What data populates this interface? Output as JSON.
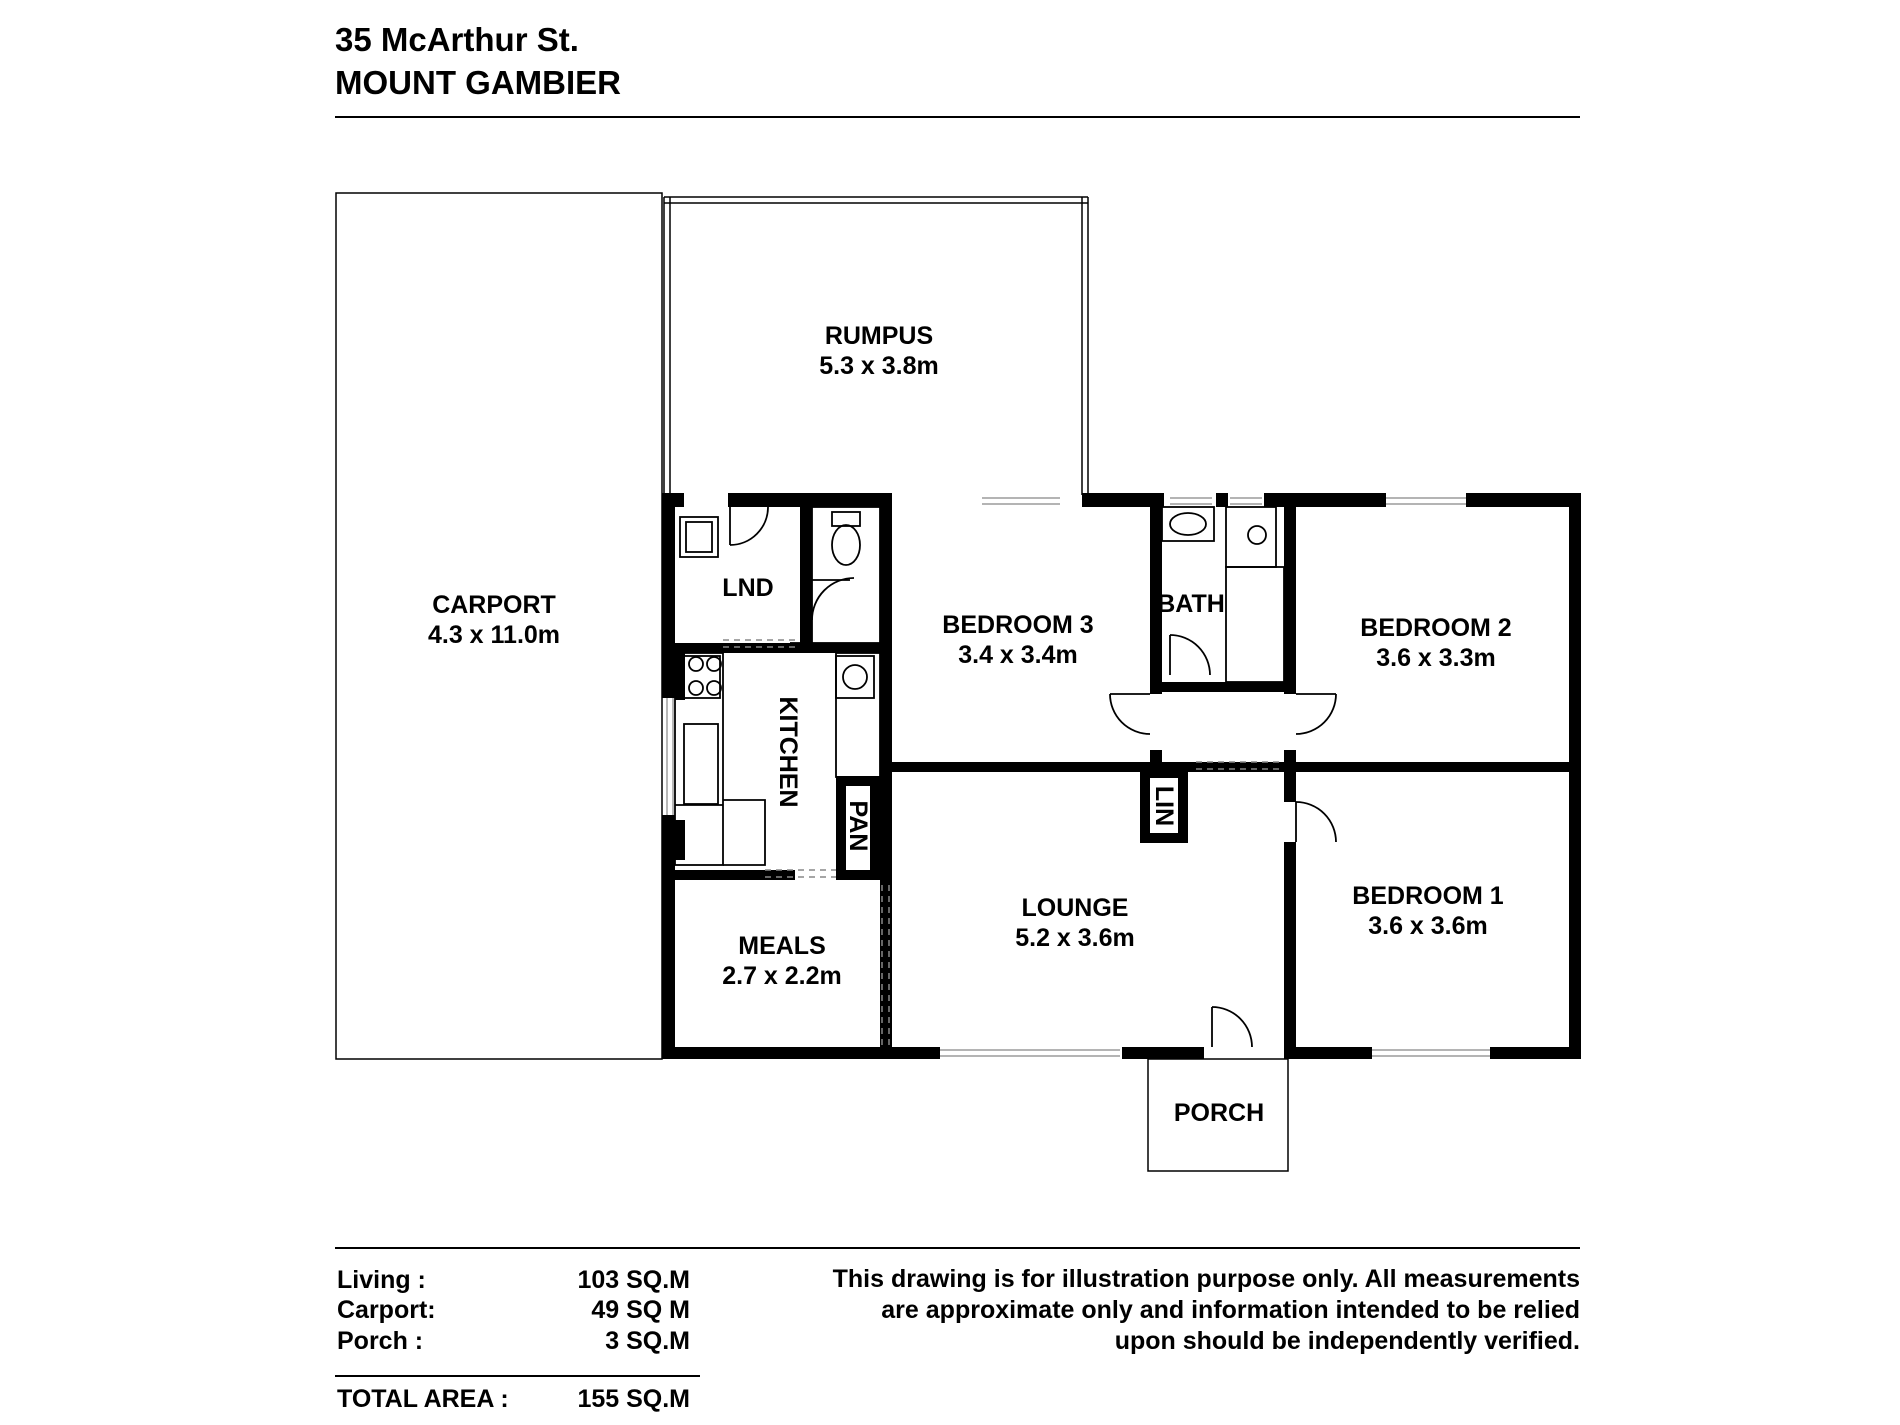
{
  "header": {
    "address_line1": "35 McArthur St.",
    "address_line2": "MOUNT GAMBIER"
  },
  "rooms": {
    "carport": {
      "name": "CARPORT",
      "dims": "4.3  x 11.0m"
    },
    "rumpus": {
      "name": "RUMPUS",
      "dims": "5.3 x 3.8m"
    },
    "laundry": {
      "name": "LND"
    },
    "kitchen": {
      "name": "KITCHEN"
    },
    "pantry": {
      "name": "PAN"
    },
    "meals": {
      "name": "MEALS",
      "dims": "2.7 x 2.2m"
    },
    "bedroom3": {
      "name": "BEDROOM 3",
      "dims": "3.4 x 3.4m"
    },
    "bath": {
      "name": "BATH"
    },
    "linen": {
      "name": "LIN"
    },
    "bedroom2": {
      "name": "BEDROOM 2",
      "dims": "3.6 x 3.3m"
    },
    "bedroom1": {
      "name": "BEDROOM 1",
      "dims": "3.6 x 3.6m"
    },
    "lounge": {
      "name": "LOUNGE",
      "dims": "5.2 x 3.6m"
    },
    "porch": {
      "name": "PORCH"
    }
  },
  "areas": {
    "rows": [
      {
        "label": "Living :",
        "value": "103 SQ.M"
      },
      {
        "label": "Carport:",
        "value": "49 SQ M"
      },
      {
        "label": "Porch :",
        "value": "3 SQ.M"
      }
    ],
    "total": {
      "label": "TOTAL AREA :",
      "value": "155 SQ.M"
    }
  },
  "disclaimer": [
    "This drawing is for illustration purpose only. All measurements",
    "are approximate only and information intended to be relied",
    "upon should be independently verified."
  ]
}
